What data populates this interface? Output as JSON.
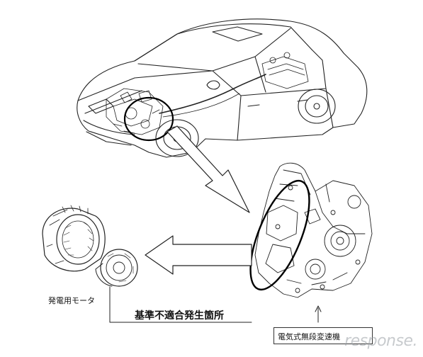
{
  "labels": {
    "generator": "発電用モータ",
    "fault_location": "基準不適合発生箇所",
    "cvt": "電気式無段変速機"
  },
  "watermark": "response.",
  "colors": {
    "line": "#222222",
    "highlight_ellipse": "#000000",
    "background": "#ffffff"
  }
}
